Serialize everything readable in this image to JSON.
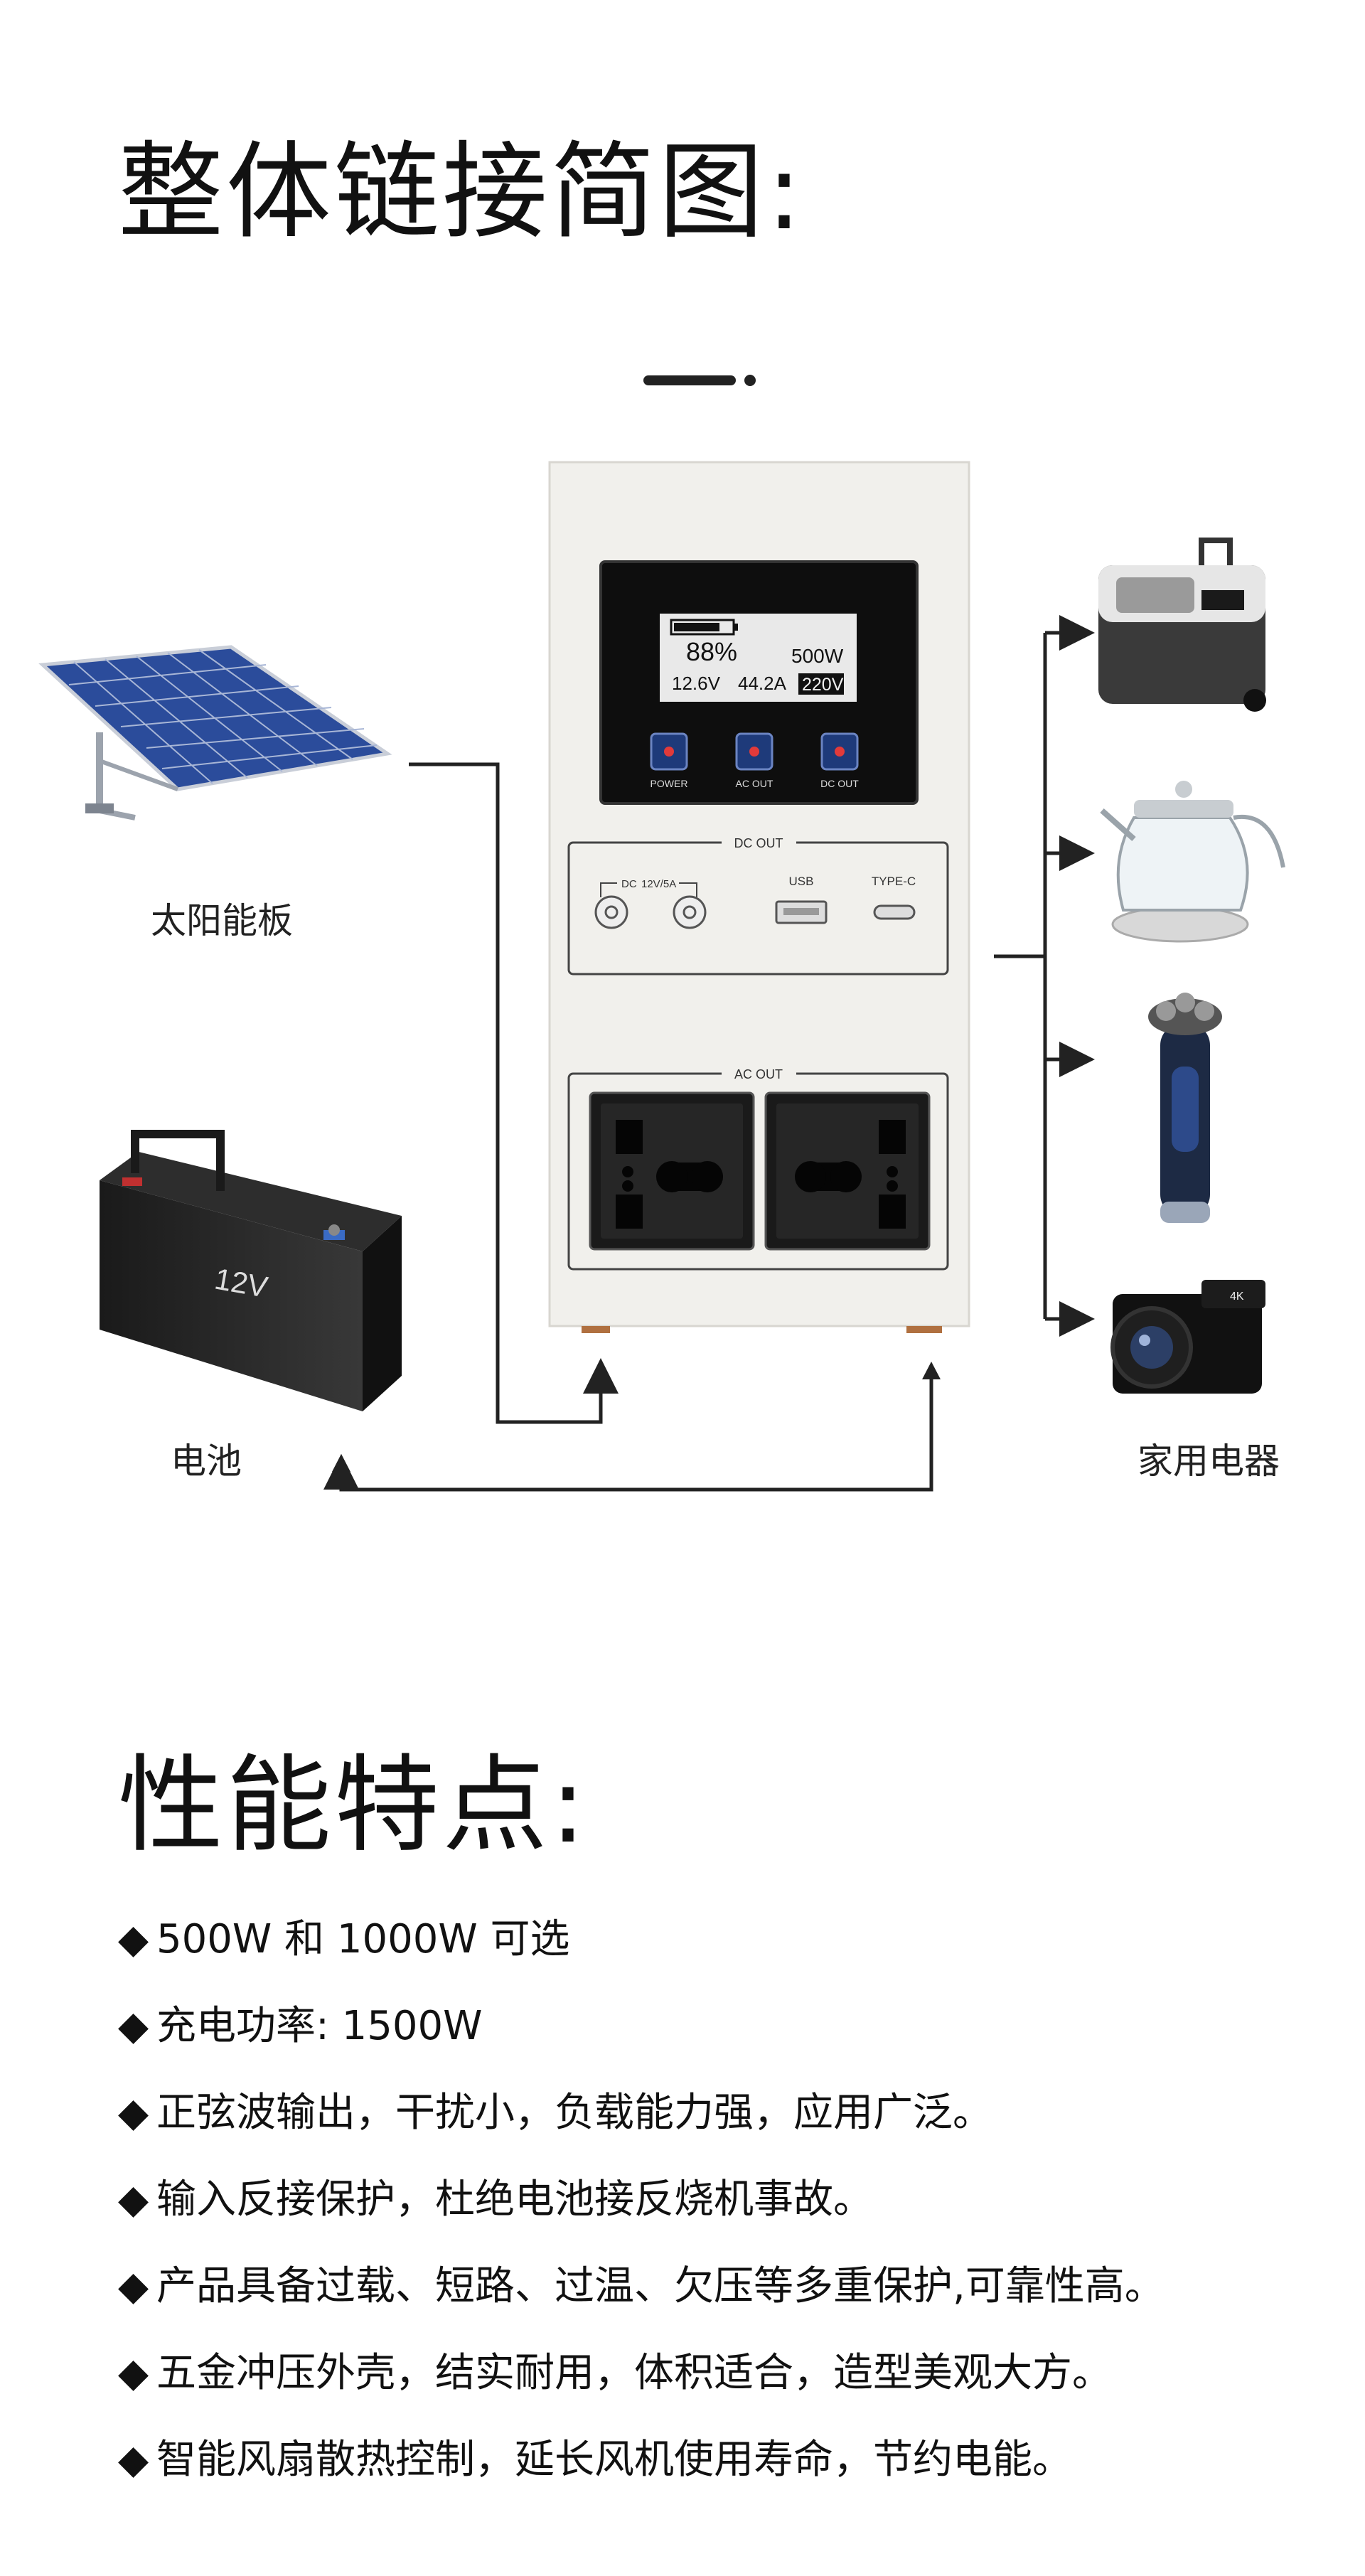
{
  "sections": {
    "diagram_title": "整体链接简图:",
    "features_title": "性能特点:"
  },
  "labels": {
    "solar": "太阳能板",
    "battery": "电池",
    "battery_voltage": "12V",
    "appliances": "家用电器"
  },
  "device": {
    "screen": {
      "percent": "88%",
      "power": "500W",
      "voltage": "12.6V",
      "current": "44.2A",
      "ac": "220V",
      "battery_level": 0.8
    },
    "buttons": [
      "POWER",
      "AC OUT",
      "DC OUT"
    ],
    "dc_panel": {
      "title": "DC OUT",
      "dc_label": "DC",
      "dc_spec": "12V/5A",
      "usb_label": "USB",
      "typec_label": "TYPE-C"
    },
    "ac_panel": {
      "title": "AC OUT"
    }
  },
  "features": [
    {
      "bullet": "◆",
      "text": "500W 和 1000W 可选"
    },
    {
      "bullet": "◆",
      "text": "充电功率: 1500W"
    },
    {
      "bullet": "◆",
      "text": "正弦波输出，干扰小，负载能力强，应用广泛。"
    },
    {
      "bullet": "◆",
      "text": "输入反接保护，杜绝电池接反烧机事故。"
    },
    {
      "bullet": "◆",
      "text": "产品具备过载、短路、过温、欠压等多重保护,可靠性高。"
    },
    {
      "bullet": "◆",
      "text": "五金冲压外壳，结实耐用，体积适合，造型美观大方。"
    },
    {
      "bullet": "◆",
      "text": "智能风扇散热控制，延长风机使用寿命，节约电能。"
    }
  ],
  "colors": {
    "line": "#222222",
    "panel": "#f1f0ec",
    "lcd_bg": "#e9e9e9",
    "button": "#1e3a7a",
    "solar_blue": "#2b4c9b"
  }
}
